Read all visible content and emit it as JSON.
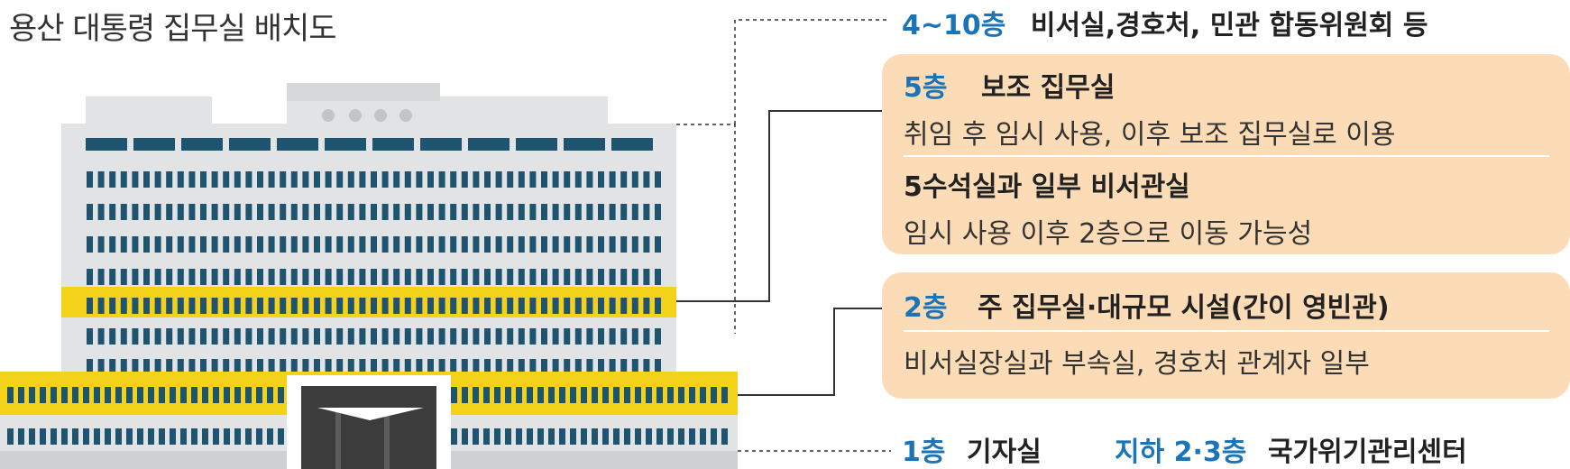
{
  "title": "용산 대통령 집무실 배치도",
  "floors_top": {
    "floor": "4~10층",
    "desc": "비서실,경호처, 민관 합동위원회 등"
  },
  "floor5": {
    "floor": "5층",
    "heading": "보조 집무실",
    "line1": "취임 후 임시 사용, 이후 보조 집무실로 이용",
    "heading2": "5수석실과 일부 비서관실",
    "line2": "임시 사용 이후 2층으로 이동 가능성"
  },
  "floor2": {
    "floor": "2층",
    "heading": "주 집무실·대규모 시설(간이 영빈관)",
    "line1": "비서실장실과 부속실, 경호처 관계자 일부"
  },
  "floor1": {
    "floor": "1층",
    "desc": "기자실"
  },
  "basement": {
    "floor": "지하 2·3층",
    "desc": "국가위기관리센터"
  },
  "colors": {
    "building": "#e2e3e5",
    "window": "#1e5470",
    "highlight": "#f3d319",
    "panel": "#fbdcb6",
    "floor_label": "#1b73b8"
  }
}
